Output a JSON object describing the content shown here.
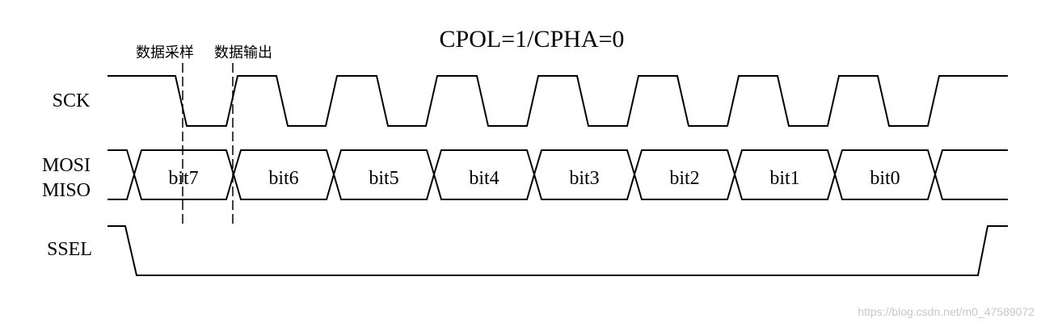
{
  "title": "CPOL=1/CPHA=0",
  "annotations": {
    "sample": "数据采样",
    "output": "数据输出"
  },
  "signals": {
    "sck": "SCK",
    "mosi": "MOSI",
    "miso": "MISO",
    "ssel": "SSEL"
  },
  "bits": [
    "bit7",
    "bit6",
    "bit5",
    "bit4",
    "bit3",
    "bit2",
    "bit1",
    "bit0"
  ],
  "watermark": "https://blog.csdn.net/m0_47589072"
}
